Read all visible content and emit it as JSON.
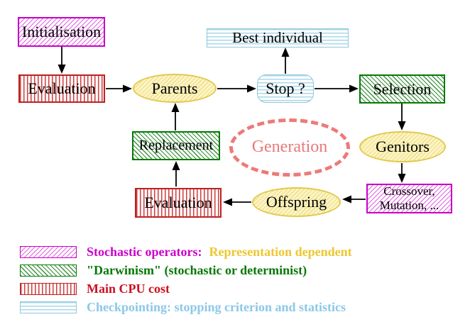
{
  "nodes": {
    "initialisation": "Initialisation",
    "evaluation_top": "Evaluation",
    "parents": "Parents",
    "stop": "Stop ?",
    "best_individual": "Best individual",
    "selection": "Selection",
    "genitors": "Genitors",
    "crossover_line1": "Crossover,",
    "crossover_line2": "Mutation, ...",
    "offspring": "Offspring",
    "evaluation_bottom": "Evaluation",
    "replacement": "Replacement",
    "generation": "Generation"
  },
  "legend": {
    "rows": [
      {
        "swatch": "magenta-diagonal-hatch",
        "text": "Stochastic operators:",
        "text2": "Representation dependent"
      },
      {
        "swatch": "green-diagonal-hatch",
        "text": "\"Darwinism\" (stochastic or determinist)"
      },
      {
        "swatch": "red-vertical-stripes",
        "text": "Main CPU cost"
      },
      {
        "swatch": "cyan-horizontal-stripes",
        "text": "Checkpointing: stopping criterion and statistics"
      }
    ]
  },
  "colors": {
    "magenta": "#cc00cc",
    "dark_green": "#067806",
    "red": "#cc1122",
    "light_blue": "#8cc8e8",
    "gold_text": "#eec72e",
    "yellow_border": "#e2c94e",
    "yellow_fill": "#fcf5c3",
    "salmon_dashed": "#ee7979",
    "arrow_black": "#000000"
  }
}
